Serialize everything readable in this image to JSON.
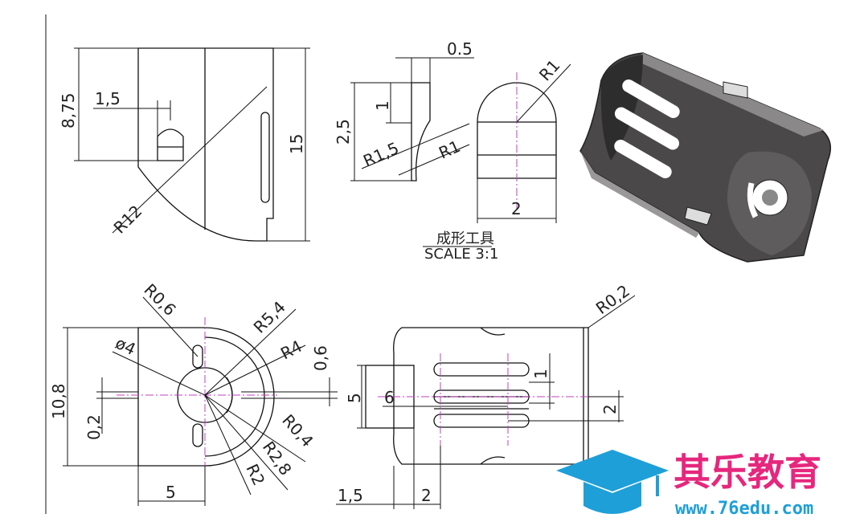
{
  "drawing": {
    "top_left_view": {
      "dims": [
        "8,75",
        "1,5",
        "15",
        "R12"
      ]
    },
    "tool_views": {
      "dims": [
        "0.5",
        "1",
        "2,5",
        "R1,5",
        "R1",
        "R1",
        "2"
      ],
      "caption_cn": "成形工具",
      "caption_scale": "SCALE  3:1"
    },
    "bottom_left_view": {
      "dims": [
        "R0,6",
        "R5,4",
        "ø4",
        "R4",
        "0,6",
        "10,8",
        "0,2",
        "R0,4",
        "R2,8",
        "R2",
        "5"
      ]
    },
    "bottom_right_view": {
      "dims": [
        "R0,2",
        "1",
        "5",
        "6",
        "2",
        "1,5",
        "2"
      ]
    }
  },
  "watermark": {
    "name": "其乐教育",
    "url": "www.76edu.com",
    "colors": {
      "name": "#e6277d",
      "icon": "#1e9fd8"
    }
  }
}
